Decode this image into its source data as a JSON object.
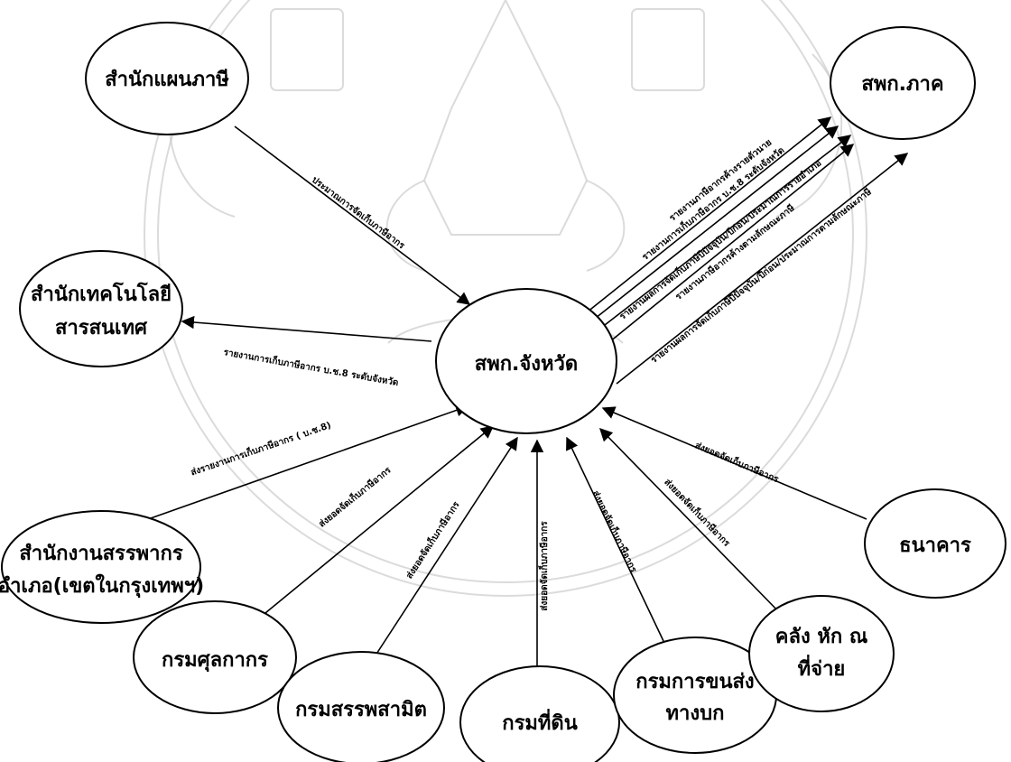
{
  "nodes": {
    "plan_office": {
      "label": "สำนักแผนภาษี"
    },
    "regional": {
      "label": "สพก.ภาค"
    },
    "it_office": {
      "lines": [
        "สำนักเทคโนโลยี",
        "สารสนเทศ"
      ]
    },
    "provincial": {
      "label": "สพก.จังหวัด"
    },
    "district_office": {
      "lines": [
        "สำนักงานสรรพากร",
        "อำเภอ(เขตในกรุงเทพฯ)"
      ]
    },
    "customs": {
      "label": "กรมศุลกากร"
    },
    "excise": {
      "label": "กรมสรรพสามิต"
    },
    "lands": {
      "label": "กรมที่ดิน"
    },
    "transport": {
      "lines": [
        "กรมการขนส่ง",
        "ทางบก"
      ]
    },
    "treasury": {
      "lines": [
        "คลัง หัก ณ",
        "ที่จ่าย"
      ]
    },
    "bank": {
      "label": "ธนาคาร"
    }
  },
  "edges": {
    "plan_to_prov": "ประมาณการจัดเก็บภาษีอากร",
    "prov_to_it": "รายงานการเก็บภาษีอากร บ.ช.8 ระดับจังหวัด",
    "district_to_prov": "ส่งรายงานการเก็บภาษีอากร ( บ.ช.8)",
    "customs_to_prov": "ส่งยอดจัดเก็บภาษีอากร",
    "excise_to_prov": "ส่งยอดจัดเก็บภาษีอากร",
    "lands_to_prov": "ส่งยอดจัดเก็บภาษีอากร",
    "transport_to_prov": "ส่งยอดจัดเก็บภาษีอากร",
    "treasury_to_prov": "ส่งยอดจัดเก็บภาษีอากร",
    "bank_to_prov": "ส่งยอดจัดเก็บภาษีอากร",
    "prov_to_regional_1": "รายงานภาษีอากรค้างรายตัวนาย",
    "prov_to_regional_2": "รายงานการเก็บภาษีอากร บ.ช.8 ระดับจังหวัด",
    "prov_to_regional_3": "รายงานผลการจัดเก็บภาษีปีปัจจุบัน/ปีก่อน/ประมาณการรายอำเภอ",
    "prov_to_regional_4": "รายงานภาษีอากรค้างตามลักษณะภาษี",
    "prov_to_regional_5": "รายงานผลการจัดเก็บภาษีปีปัจจุบัน/ปีก่อน/ประมาณการตามลักษณะภาษี"
  }
}
